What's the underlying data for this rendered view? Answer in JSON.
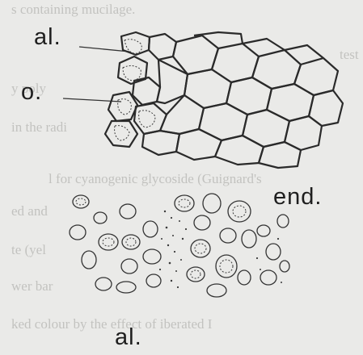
{
  "labels": {
    "al_top": "al.",
    "o": "o.",
    "end": "end.",
    "al_bottom": "al."
  },
  "background_text": {
    "line1": "s containing mucilage.",
    "line2": "test",
    "line3": "y poly",
    "line4": "in the radi",
    "line5": "l for cyanogenic glycoside (Guignard's",
    "line6": "ed and",
    "line7": "te (yel",
    "line8": "wer bar",
    "line9": "ked colour by the effect of iberated I"
  },
  "colors": {
    "ink": "#1e1e1e",
    "paper": "#eaeae8",
    "bleed_text": "#b9b9b6"
  }
}
